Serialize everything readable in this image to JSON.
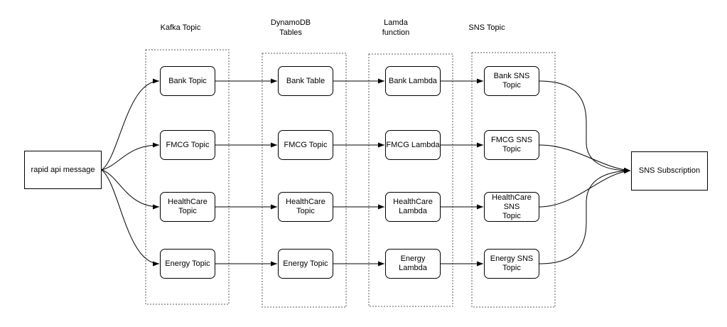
{
  "diagram": {
    "source": {
      "label": "rapid api message"
    },
    "sink": {
      "label": "SNS Subscription"
    },
    "columns": [
      {
        "header": "Kafka Topic",
        "nodes": [
          {
            "label": "Bank Topic"
          },
          {
            "label": "FMCG Topic"
          },
          {
            "label": "HealthCare Topic"
          },
          {
            "label": "Energy Topic"
          }
        ]
      },
      {
        "header": "DynamoDB\nTables",
        "nodes": [
          {
            "label": "Bank Table"
          },
          {
            "label": "FMCG Topic"
          },
          {
            "label": "HealthCare Topic"
          },
          {
            "label": "Energy Topic"
          }
        ]
      },
      {
        "header": "Lamda\nfunction",
        "nodes": [
          {
            "label": "Bank Lambda"
          },
          {
            "label": "FMCG Lambda"
          },
          {
            "label": "HealthCare\nLambda"
          },
          {
            "label": "Energy Lambda"
          }
        ]
      },
      {
        "header": "SNS Topic",
        "nodes": [
          {
            "label": "Bank SNS Topic"
          },
          {
            "label": "FMCG SNS\nTopic"
          },
          {
            "label": "HealthCare SNS\nTopic"
          },
          {
            "label": "Energy SNS\nTopic"
          }
        ]
      }
    ],
    "colors": {
      "stroke": "#000000",
      "dashed_border": "#595959",
      "box_fill": "#ffffff",
      "background": "#ffffff",
      "text": "#000000"
    }
  }
}
